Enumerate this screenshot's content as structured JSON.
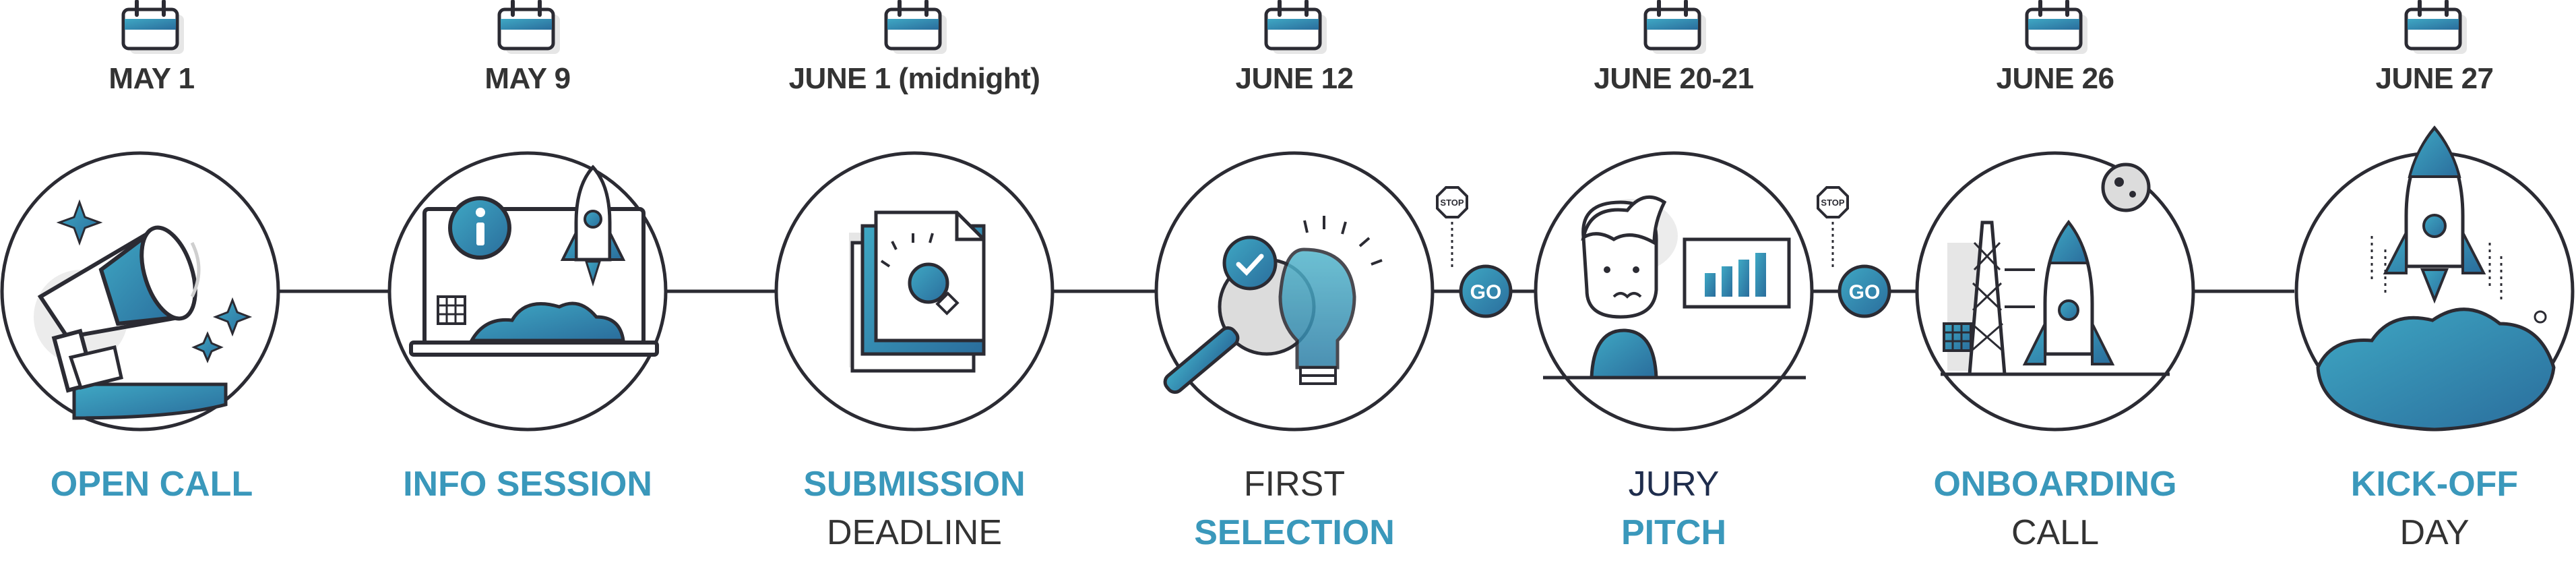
{
  "stages": [
    {
      "id": "open-call",
      "date": "MAY 1",
      "line1": "OPEN CALL",
      "line1_style": "bold-blue",
      "line2": "",
      "line2_style": ""
    },
    {
      "id": "info-session",
      "date": "MAY 9",
      "line1": "INFO SESSION",
      "line1_style": "bold-blue",
      "line2": "",
      "line2_style": ""
    },
    {
      "id": "submission-deadline",
      "date": "JUNE 1 (midnight)",
      "line1": "SUBMISSION",
      "line1_style": "bold-blue",
      "line2": "DEADLINE",
      "line2_style": "light-dark"
    },
    {
      "id": "first-selection",
      "date": "JUNE 12",
      "line1": "FIRST",
      "line1_style": "light-dark",
      "line2": "SELECTION",
      "line2_style": "bold-blue"
    },
    {
      "id": "jury-pitch",
      "date": "JUNE 20-21",
      "line1": "JURY",
      "line1_style": "navy",
      "line2": "PITCH",
      "line2_style": "bold-blue"
    },
    {
      "id": "onboarding-call",
      "date": "JUNE 26",
      "line1": "ONBOARDING",
      "line1_style": "bold-blue",
      "line2": "CALL",
      "line2_style": "light-dark"
    },
    {
      "id": "kick-off-day",
      "date": "JUNE 27",
      "line1": "KICK-OFF",
      "line1_style": "bold-blue",
      "line2": "DAY",
      "line2_style": "light-dark"
    }
  ],
  "gates": [
    {
      "stop_label": "STOP",
      "go_label": "GO"
    },
    {
      "stop_label": "STOP",
      "go_label": "GO"
    }
  ],
  "icons": [
    "calendar-icon",
    "megaphone-icon",
    "laptop-rocket-icon",
    "documents-lightbulb-icon",
    "magnifier-lightbulb-icon",
    "presenter-chart-icon",
    "launchpad-rocket-icon",
    "rocket-launch-icon"
  ],
  "colors": {
    "accent": "#3a98bb",
    "accent_dark": "#1f6f8c",
    "outline": "#2b2b33",
    "grey": "#e3e3e3"
  }
}
